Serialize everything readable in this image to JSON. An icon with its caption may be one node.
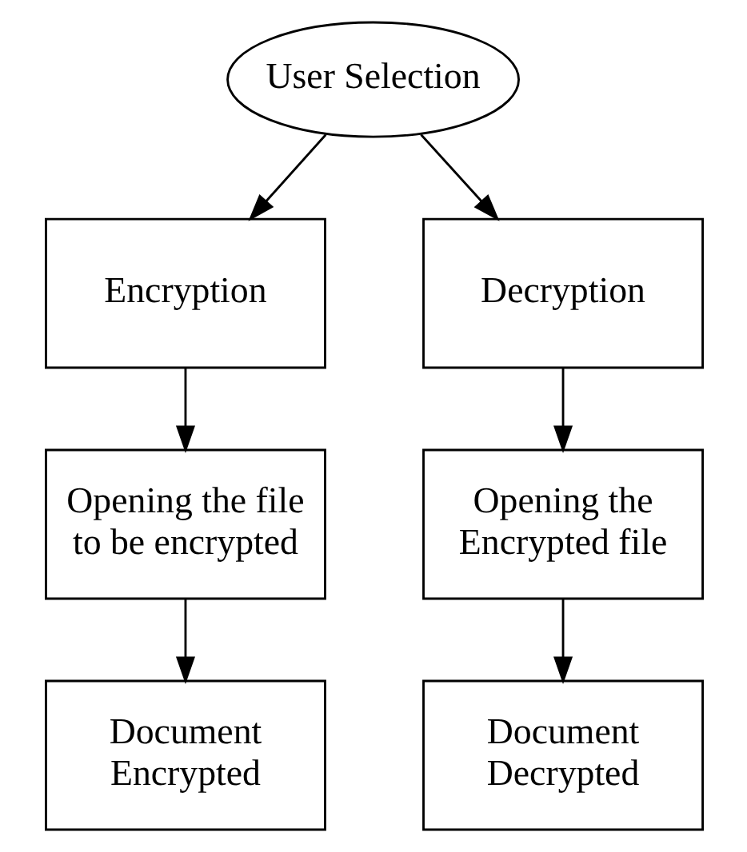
{
  "diagram": {
    "nodes": [
      {
        "text": [
          "User Selection"
        ]
      },
      {
        "text": [
          "Encryption"
        ]
      },
      {
        "text": [
          "Decryption"
        ]
      },
      {
        "text": [
          "Opening the file to be encrypted"
        ]
      },
      {
        "text": [
          "Opening the Encrypted file"
        ]
      },
      {
        "text": [
          "Document Encrypted"
        ]
      },
      {
        "text": [
          "Document Decrypted"
        ]
      }
    ],
    "edges": [
      {
        "from": 0,
        "to": 1,
        "arrow": "to"
      },
      {
        "from": 0,
        "to": 2,
        "arrow": "to"
      },
      {
        "from": 1,
        "to": 3,
        "arrow": "to"
      },
      {
        "from": 2,
        "to": 4,
        "arrow": "to"
      },
      {
        "from": 3,
        "to": 5,
        "arrow": "to"
      },
      {
        "from": 4,
        "to": 6,
        "arrow": "to"
      }
    ]
  }
}
